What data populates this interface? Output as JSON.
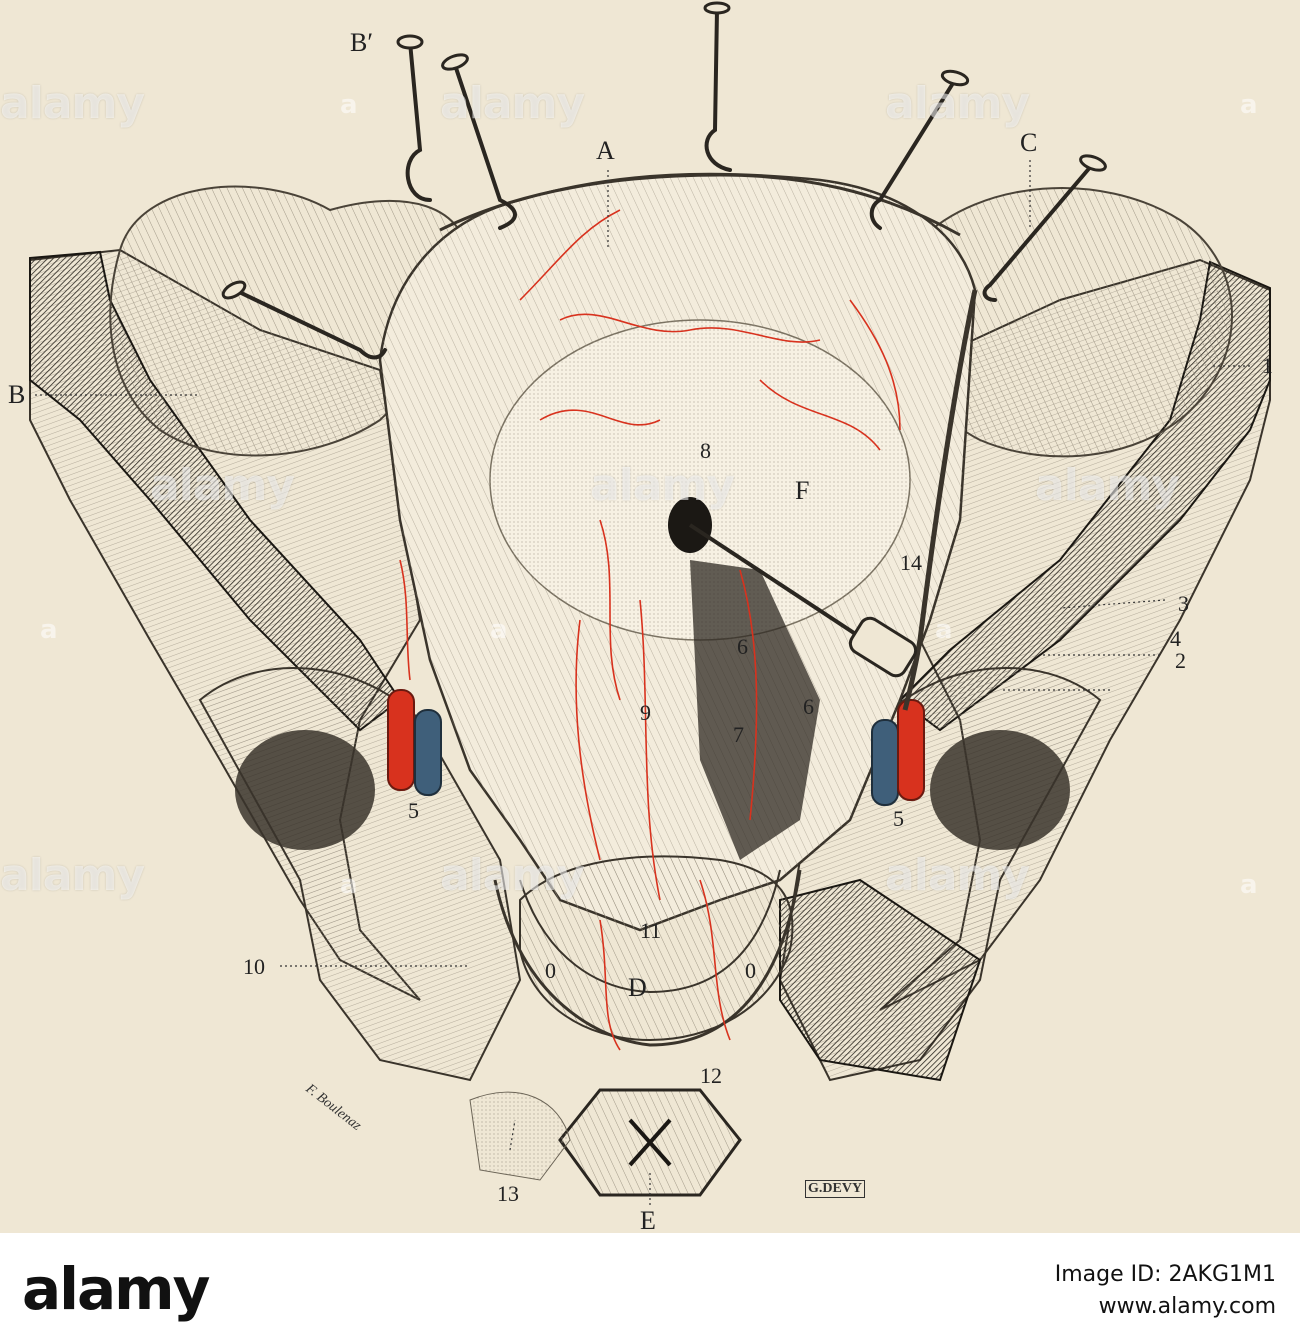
{
  "figure": {
    "labels": {
      "A": "A",
      "B": "B",
      "B_prime": "B′",
      "C": "C",
      "D": "D",
      "E": "E",
      "F": "F",
      "n1": "1",
      "n2": "2",
      "n3": "3",
      "n4": "4",
      "n5_left": "5",
      "n5_right": "5",
      "n6_left": "6",
      "n6_right": "6",
      "n7": "7",
      "n8": "8",
      "n9": "9",
      "n10": "10",
      "n11": "11",
      "n12": "12",
      "n13": "13",
      "n14": "14",
      "o_left": "0",
      "o_right": "0"
    },
    "signatures": {
      "engraver": "F. Boulenaz",
      "artist": "G.DEVY"
    }
  },
  "watermark": {
    "brand": "alamy",
    "mark": "a"
  },
  "footer": {
    "logo": "alamy",
    "image_id": "Image ID: 2AKG1M1",
    "url": "www.alamy.com"
  },
  "colors": {
    "paper": "#efe7d4",
    "artery": "#d8321e",
    "vein": "#3f5f7a",
    "ink": "#222222"
  }
}
